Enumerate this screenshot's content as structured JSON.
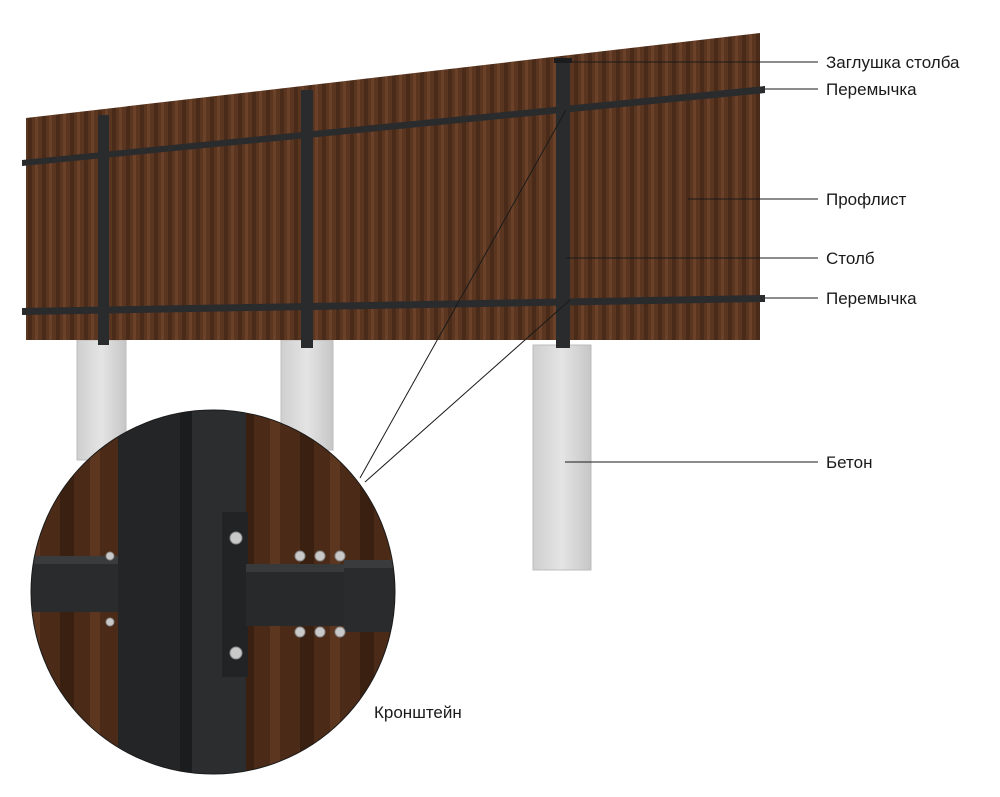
{
  "labels": {
    "post_cap": "Заглушка столба",
    "crossbar_top": "Перемычка",
    "profiled_sheet": "Профлист",
    "post": "Столб",
    "crossbar_bottom": "Перемычка",
    "concrete": "Бетон",
    "bracket": "Кронштейн"
  },
  "colors": {
    "sheet": "#5a3520",
    "sheet_dark": "#3e2314",
    "sheet_light": "#6b4129",
    "steel": "#2a2b2d",
    "concrete": "#dcdcdc",
    "leader_line": "#1a1a1a"
  }
}
